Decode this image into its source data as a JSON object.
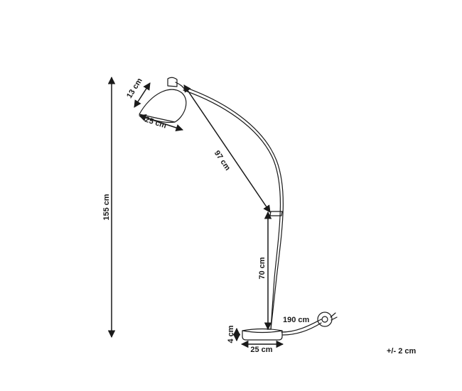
{
  "dimensions": {
    "shade_depth": "13 cm",
    "shade_width": "25 cm",
    "arm_length": "97 cm",
    "total_height": "155 cm",
    "lower_height": "70 cm",
    "cable_length": "190 cm",
    "base_height": "4 cm",
    "base_width": "25 cm"
  },
  "tolerance": "+/- 2 cm"
}
